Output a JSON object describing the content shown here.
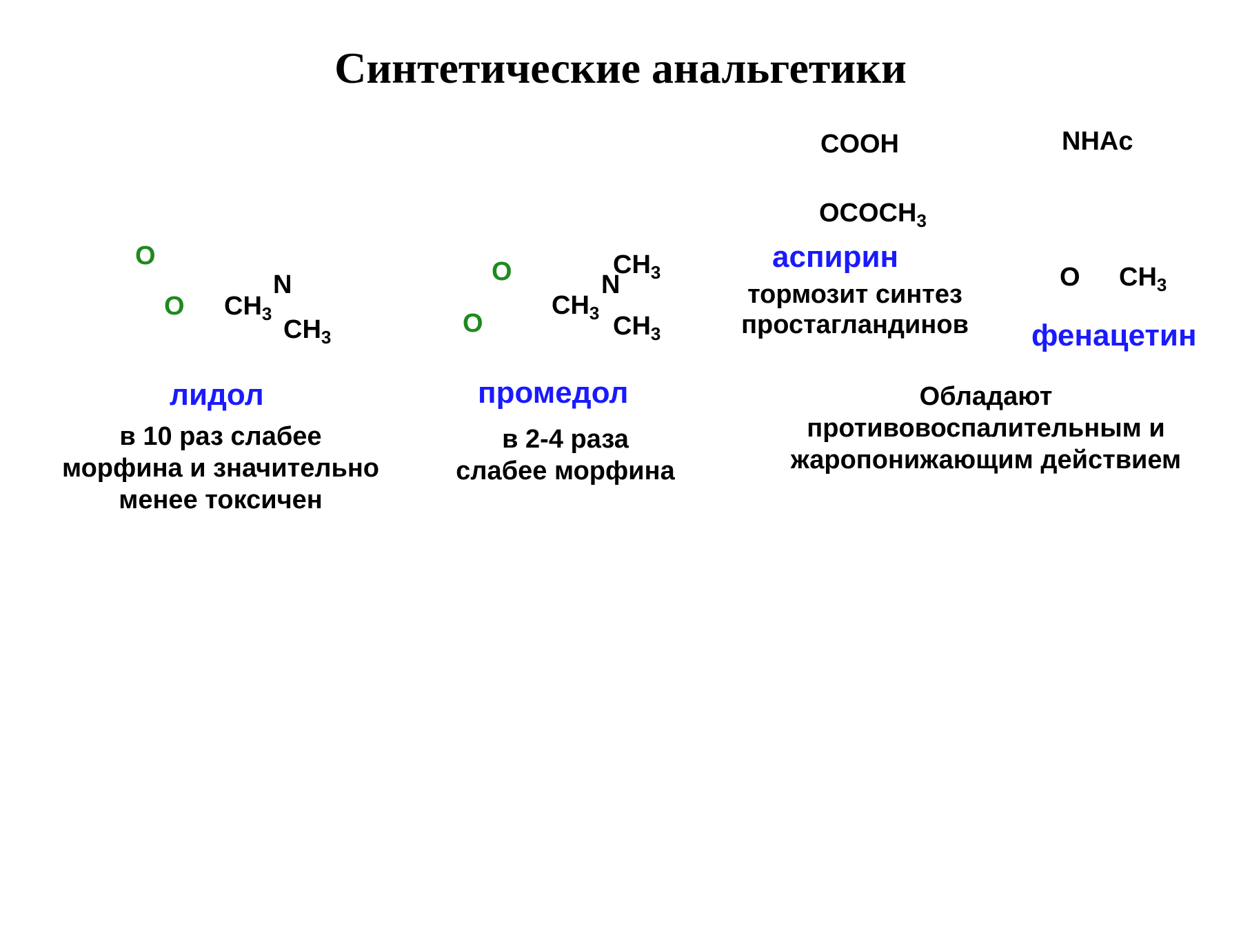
{
  "title": "Синтетические анальгетики",
  "lidol": {
    "o1": "O",
    "o2": "O",
    "ch3_a": "CH",
    "ch3_a_sub": "3",
    "n": "N",
    "ch3_b": "CH",
    "ch3_b_sub": "3",
    "name": "лидол",
    "desc": [
      "в  10  раз  слабее",
      "морфина и значительно",
      "менее токсичен"
    ]
  },
  "promedol": {
    "o1": "O",
    "o2": "O",
    "ch3_top": "CH",
    "ch3_top_sub": "3",
    "n": "N",
    "ch3_left": "CH",
    "ch3_left_sub": "3",
    "ch3_bottom": "CH",
    "ch3_bottom_sub": "3",
    "name": "промедол",
    "desc": [
      "в  2-4  раза",
      "слабее  морфина"
    ]
  },
  "aspirin": {
    "cooh": "COOH",
    "ococh3": "OCOCH",
    "ococh3_sub": "3",
    "name": "аспирин",
    "desc": [
      "тормозит синтез",
      "простагландинов"
    ]
  },
  "phenacetin": {
    "nhac": "NHAc",
    "o": "O",
    "ch3": "CH",
    "ch3_sub": "3",
    "name": "фенацетин"
  },
  "common_desc": [
    "Обладают",
    "противовоспалительным  и",
    "жаропонижающим  действием"
  ]
}
